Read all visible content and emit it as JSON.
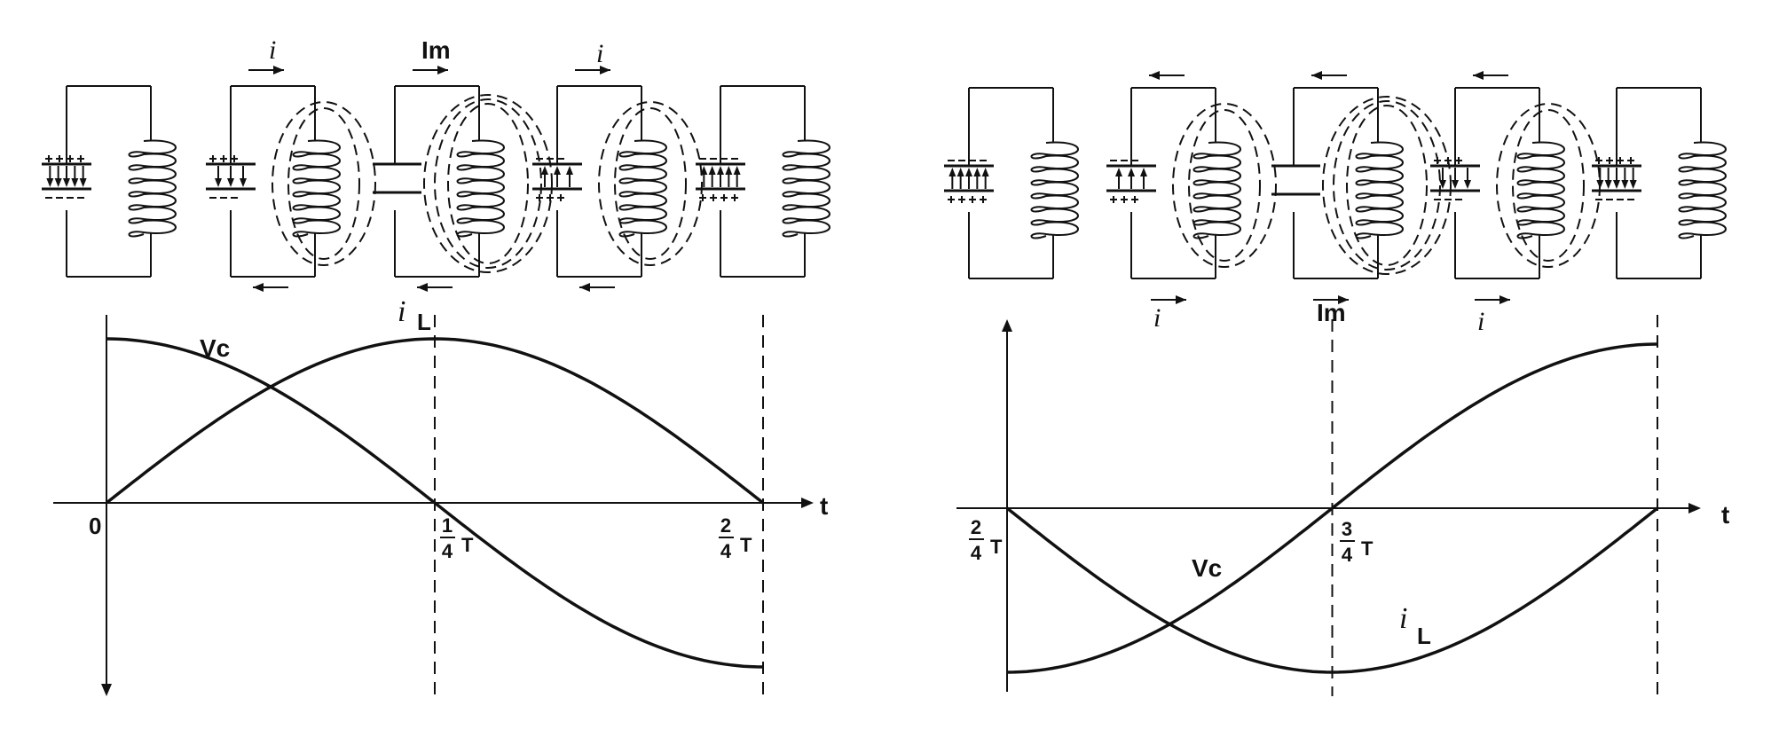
{
  "labels": {
    "current": "i",
    "current_max": "Im",
    "vc": "Vc",
    "il_i": "i",
    "il_sub": "L",
    "t_axis": "t",
    "zero": "0",
    "frac_num_1": "1",
    "frac_num_2": "2",
    "frac_num_3": "3",
    "frac_den": "4",
    "period": "T",
    "plus_signs_4": "++++",
    "minus_signs_4": "----"
  },
  "chart_data": [
    {
      "type": "line",
      "panel": "left",
      "x_ticks": [
        "0",
        "1/4 T",
        "2/4 T"
      ],
      "x_range_periods": [
        0,
        0.5
      ],
      "series": [
        {
          "name": "Vc",
          "shape": "cosine",
          "x": [
            0,
            0.125,
            0.25,
            0.375,
            0.5
          ],
          "y": [
            1,
            0.707,
            0,
            -0.707,
            -1
          ]
        },
        {
          "name": "iL",
          "shape": "sine",
          "x": [
            0,
            0.125,
            0.25,
            0.375,
            0.5
          ],
          "y": [
            0,
            0.707,
            1,
            0.707,
            0
          ]
        }
      ]
    },
    {
      "type": "line",
      "panel": "right",
      "x_ticks": [
        "2/4 T",
        "3/4 T"
      ],
      "x_range_periods": [
        0.5,
        1.0
      ],
      "series": [
        {
          "name": "Vc",
          "shape": "cosine",
          "x": [
            0.5,
            0.625,
            0.75,
            0.875,
            1.0
          ],
          "y": [
            -1,
            -0.707,
            0,
            0.707,
            1
          ]
        },
        {
          "name": "iL",
          "shape": "sine",
          "x": [
            0.5,
            0.625,
            0.75,
            0.875,
            1.0
          ],
          "y": [
            0,
            -0.707,
            -1,
            -0.707,
            0
          ]
        }
      ]
    }
  ]
}
